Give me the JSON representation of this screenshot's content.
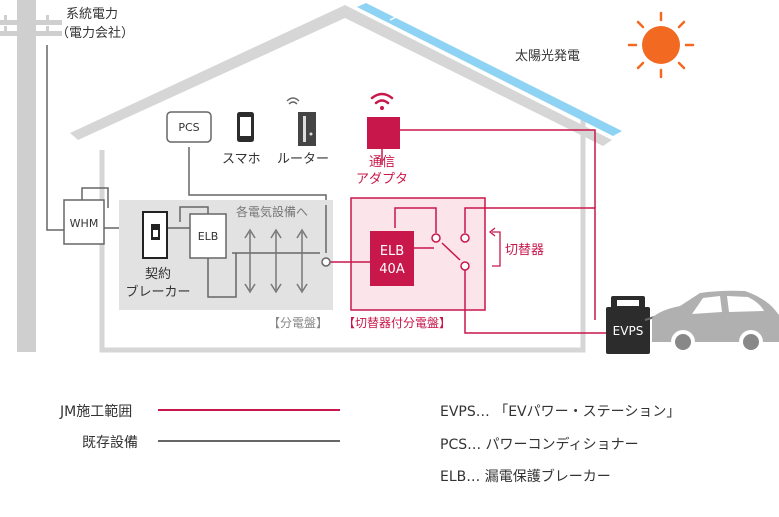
{
  "labels": {
    "grid_line1": "系統電力",
    "grid_line2": "（電力会社）",
    "solar": "太陽光発電",
    "pcs": "PCS",
    "smartphone": "スマホ",
    "router": "ルーター",
    "adapter_line1": "通信",
    "adapter_line2": "アダプタ",
    "whm": "WHM",
    "elb_small": "ELB",
    "to_equipment": "各電気設備へ",
    "breaker_line1": "契約",
    "breaker_line2": "ブレーカー",
    "elb_large_line1": "ELB",
    "elb_large_line2": "40A",
    "switcher": "切替器",
    "evps": "EVPS",
    "panel_label": "【分電盤】",
    "switch_panel_label": "【切替器付分電盤】"
  },
  "legend": {
    "jm_scope": "JM施工範囲",
    "existing": "既存設備",
    "evps_def": "EVPS… 「EVパワー・ステーション」",
    "pcs_def": "PCS… パワーコンディショナー",
    "elb_def": "ELB… 漏電保護ブレーカー"
  },
  "colors": {
    "jm_line": "#c8174a",
    "existing_line": "#666666",
    "house": "#d6d6d6",
    "panel_fill": "#e2e2e2",
    "switch_panel_fill": "#fbe4ea",
    "sun": "#f26a21",
    "solar_panel": "#8fd3f4"
  }
}
